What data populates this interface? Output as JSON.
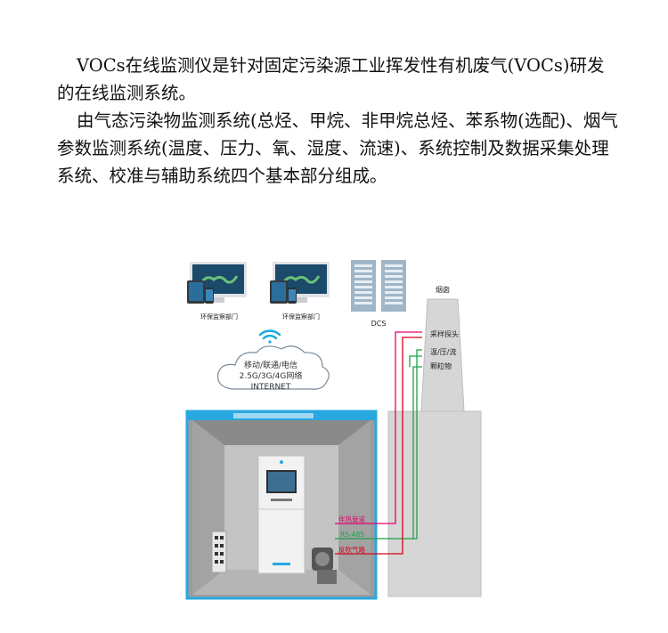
{
  "document": {
    "paragraph1": "VOCs在线监测仪是针对固定污染源工业挥发性有机废气(VOCs)研发的在线监测系统。",
    "paragraph2": "由气态污染物监测系统(总烃、甲烷、非甲烷总烃、苯系物(选配)、烟气参数监测系统(温度、压力、氧、湿度、流速)、系统控制及数据采集处理系统、校准与辅助系统四个基本部分组成。"
  },
  "diagram": {
    "monitor_left_label": "环保监察部门",
    "monitor_right_label": "环保监察部门",
    "dcs_label": "DCS",
    "chimney_label": "烟囱",
    "cloud_line1": "移动/联通/电信",
    "cloud_line2": "2.5G/3G/4G网络",
    "cloud_line3": "INTERNET",
    "probe1": "采样探头",
    "probe2": "温/压/流",
    "probe3": "颗粒物",
    "line_heat": "伴热管道",
    "line_rs485": "RS-485",
    "line_blow": "反吹气路",
    "colors": {
      "frame_blue": "#29a8e0",
      "pink": "#e4006e",
      "green": "#1aa14a",
      "red": "#d9001b",
      "wifi": "#1ba8e0",
      "chimney": "#d6d6d6"
    }
  }
}
